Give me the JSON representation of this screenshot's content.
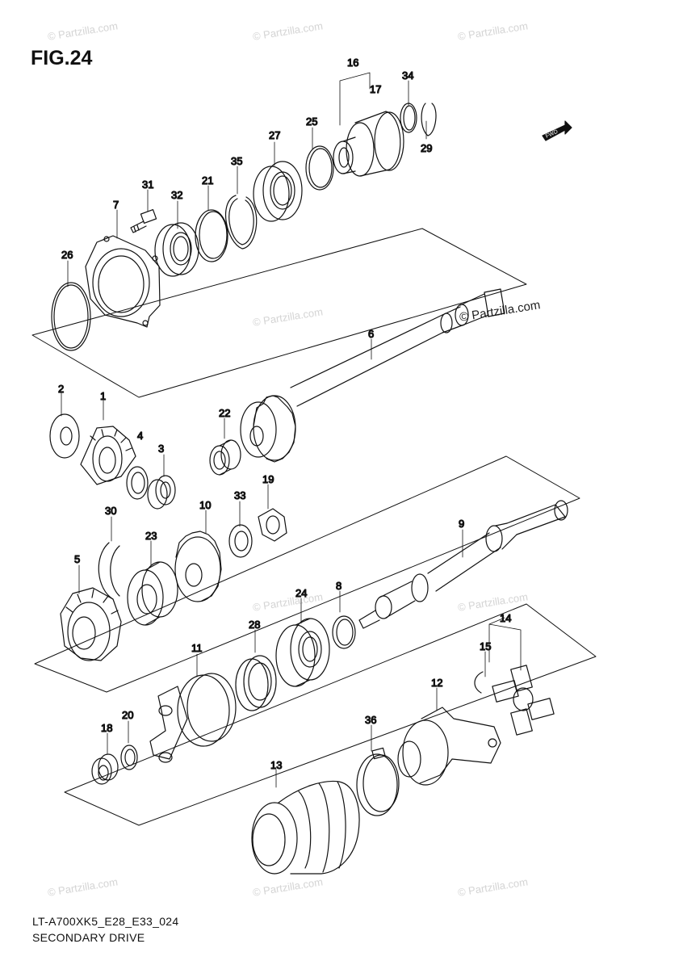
{
  "figure": {
    "title": "FIG.24"
  },
  "footer": {
    "code": "LT-A700XK5_E28_E33_024",
    "name": "SECONDARY DRIVE"
  },
  "direction_badge": {
    "text": "FWD"
  },
  "watermark": {
    "text": "© Partzilla.com",
    "main_text": "© Partzilla.com"
  },
  "callouts": {
    "c16": "16",
    "c17": "17",
    "c34": "34",
    "c29": "29",
    "c25": "25",
    "c27": "27",
    "c35": "35",
    "c21": "21",
    "c32": "32",
    "c31": "31",
    "c7": "7",
    "c26": "26",
    "c6": "6",
    "c22": "22",
    "c2": "2",
    "c1": "1",
    "c4": "4",
    "c3": "3",
    "c33": "33",
    "c19": "19",
    "c10": "10",
    "c30": "30",
    "c23": "23",
    "c5": "5",
    "c9": "9",
    "c8": "8",
    "c24": "24",
    "c28": "28",
    "c14": "14",
    "c15": "15",
    "c11": "11",
    "c12": "12",
    "c20": "20",
    "c18": "18",
    "c36": "36",
    "c13": "13"
  }
}
